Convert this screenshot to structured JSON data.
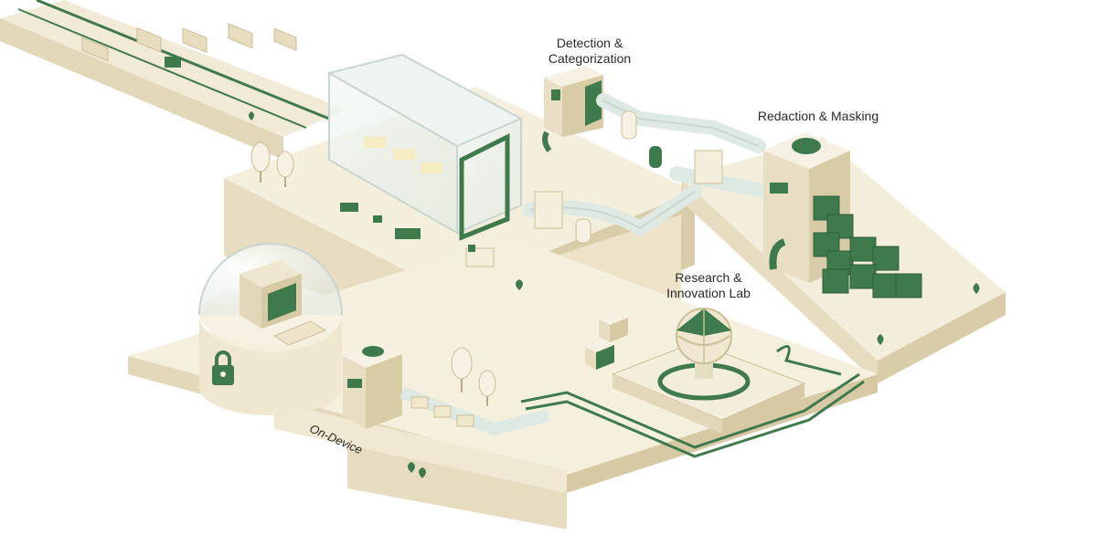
{
  "labels": {
    "detection": {
      "line1": "Detection &",
      "line2": "Categorization"
    },
    "redaction": {
      "text": "Redaction & Masking"
    },
    "research": {
      "line1": "Research &",
      "line2": "Innovation Lab"
    },
    "on_device": {
      "text": "On-Device"
    }
  },
  "colors": {
    "platform_top": "#f3eddb",
    "platform_left": "#e6dcc0",
    "platform_right": "#d9cda9",
    "accent_green": "#3f7a4c",
    "dark_green": "#2f5f3a",
    "glass": "#e9f1ee",
    "background": "#ffffff"
  },
  "icons": [
    "lock-icon",
    "computer-icon",
    "globe-icon",
    "plant-icon",
    "tree-icon",
    "cube-icon",
    "pipe-icon"
  ]
}
